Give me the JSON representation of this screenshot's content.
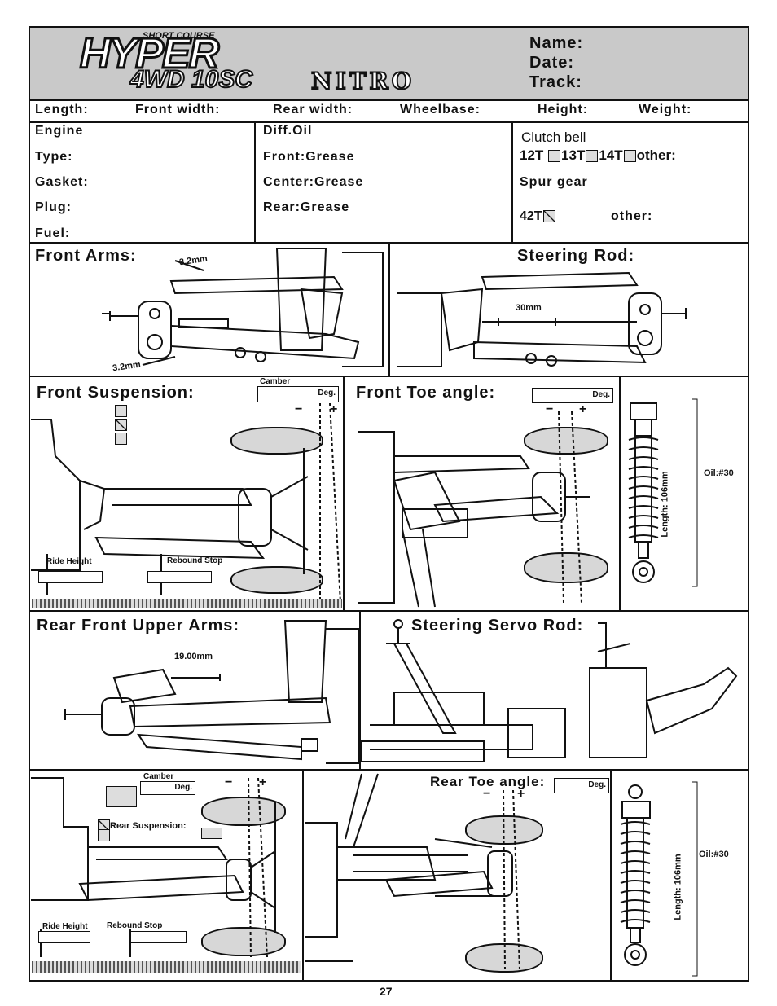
{
  "brand": {
    "series": "SHORT COURSE",
    "logo_name": "HYPER",
    "model": "4WD 10SC",
    "variant": "NITRO"
  },
  "header_fields": {
    "name": "Name:",
    "date": "Date:",
    "track": "Track:"
  },
  "dimensions": {
    "length": "Length:",
    "front_width": "Front width:",
    "rear_width": "Rear width:",
    "wheelbase": "Wheelbase:",
    "height": "Height:",
    "weight": "Weight:"
  },
  "engine": {
    "title": "Engine",
    "type": "Type:",
    "gasket": "Gasket:",
    "plug": "Plug:",
    "fuel": "Fuel:"
  },
  "diff": {
    "title": "Diff.Oil",
    "front": "Front:Grease",
    "center": "Center:Grease",
    "rear": "Rear:Grease"
  },
  "gearing": {
    "clutch_title": "Clutch bell",
    "opt_12": "12T",
    "opt_13": "13T",
    "opt_14": "14T",
    "opt_other": "other:",
    "spur_title": "Spur gear",
    "spur_42": "42T",
    "spur_other": "other:"
  },
  "sections": {
    "front_arms": "Front  Arms:",
    "front_arms_dim1": "3.2mm",
    "front_arms_dim2": "3.2mm",
    "steering_rod": "Steering Rod:",
    "steering_rod_dim": "30mm",
    "front_suspension": "Front Suspension:",
    "camber": "Camber",
    "deg": "Deg.",
    "ride_height": "Ride Height",
    "rebound_stop": "Rebound Stop",
    "front_toe": "Front Toe angle:",
    "front_shock_length": "Length: 106mm",
    "front_shock_oil": "Oil:#30",
    "rear_front_upper_arms": "Rear Front Upper Arms:",
    "rear_upper_dim": "19.00mm",
    "steering_servo_rod": "Steering Servo Rod:",
    "rear_camber": "Camber",
    "rear_deg": "Deg.",
    "rear_suspension": "Rear Suspension:",
    "rear_ride_height": "Ride Height",
    "rear_rebound_stop": "Rebound Stop",
    "rear_toe": "Rear Toe angle:",
    "rear_toe_deg": "Deg.",
    "rear_shock_length": "Length: 106mm",
    "rear_shock_oil": "Oil:#30",
    "minus": "−",
    "plus": "+"
  },
  "page_number": "27"
}
